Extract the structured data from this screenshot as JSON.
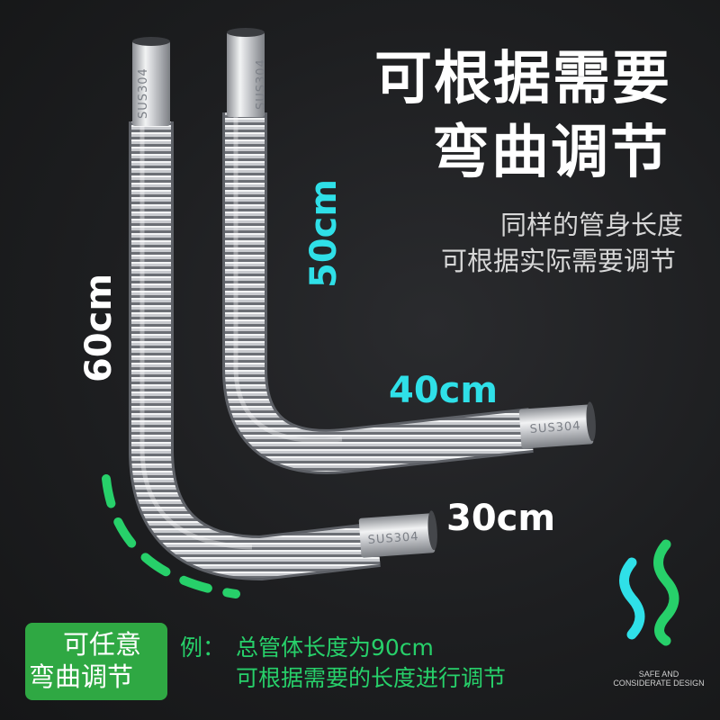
{
  "headline": {
    "line1": "可根据需要",
    "line2": "弯曲调节"
  },
  "subtitle": {
    "line1": "同样的管身长度",
    "line2": "可根据实际需要调节"
  },
  "lengths": {
    "l60": "60cm",
    "l50": "50cm",
    "l40": "40cm",
    "l30": "30cm"
  },
  "material_mark": "SUS304",
  "badge": {
    "line1": "可任意",
    "line2": "弯曲调节"
  },
  "example": {
    "prefix": "例：",
    "line1": "总管体长度为90cm",
    "line2": "可根据需要的长度进行调节"
  },
  "logo": {
    "line1": "SAFE AND",
    "line2": "CONSIDERATE DESIGN",
    "icon": "twin-wave-logo-icon"
  },
  "colors": {
    "cyan": "#2fe0e8",
    "green": "#27d06a",
    "badge_green": "#2fa843",
    "background": "#1d1e20"
  }
}
